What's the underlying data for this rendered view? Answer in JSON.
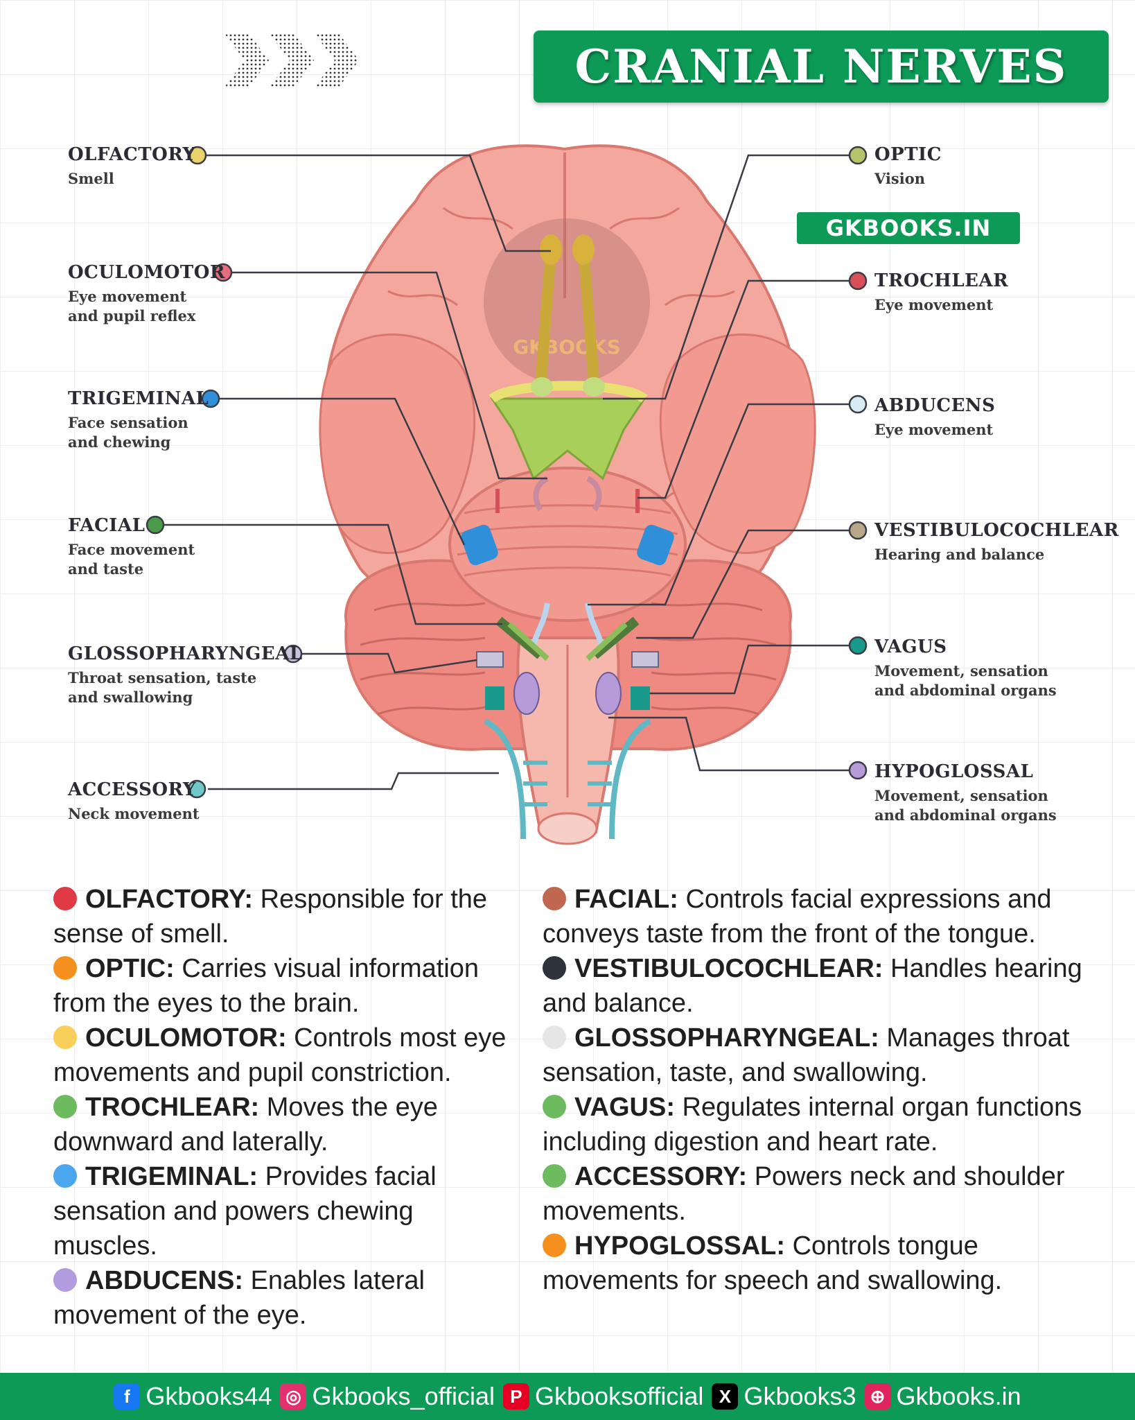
{
  "header": {
    "title": "CRANIAL NERVES",
    "site_badge": "GKBOOKS.IN",
    "watermark": "GKBOOKS"
  },
  "labels": {
    "left": [
      {
        "name": "OLFACTORY",
        "function": "Smell",
        "dot_color": "#e9d36a"
      },
      {
        "name": "OCULOMOTOR",
        "function": "Eye movement and pupil reflex",
        "dot_color": "#e86d7a"
      },
      {
        "name": "TRIGEMINAL",
        "function": "Face sensation and chewing",
        "dot_color": "#2f8fd8"
      },
      {
        "name": "FACIAL",
        "function": "Face movement and taste",
        "dot_color": "#4a9a4a"
      },
      {
        "name": "GLOSSOPHARYNGEAL",
        "function": "Throat sensation, taste and swallowing",
        "dot_color": "#c8c4dc"
      },
      {
        "name": "ACCESSORY",
        "function": "Neck movement",
        "dot_color": "#6fc9c9"
      }
    ],
    "right": [
      {
        "name": "OPTIC",
        "function": "Vision",
        "dot_color": "#b5c46a"
      },
      {
        "name": "TROCHLEAR",
        "function": "Eye movement",
        "dot_color": "#d84f5a"
      },
      {
        "name": "ABDUCENS",
        "function": "Eye movement",
        "dot_color": "#d6ecf4"
      },
      {
        "name": "VESTIBULOCOCHLEAR",
        "function": "Hearing and balance",
        "dot_color": "#b8a88a"
      },
      {
        "name": "VAGUS",
        "function": "Movement, sensation and abdominal organs",
        "dot_color": "#1a9a8c"
      },
      {
        "name": "HYPOGLOSSAL",
        "function": "Movement, sensation and abdominal organs",
        "dot_color": "#b79ad8"
      }
    ]
  },
  "descriptions": {
    "left": [
      {
        "name": "OLFACTORY:",
        "text": "Responsible for the sense of smell.",
        "color": "#e03a45"
      },
      {
        "name": "OPTIC:",
        "text": "Carries visual information from the eyes to the brain.",
        "color": "#f5901e"
      },
      {
        "name": "OCULOMOTOR:",
        "text": "Controls most eye movements and pupil constriction.",
        "color": "#f9cf5c"
      },
      {
        "name": "TROCHLEAR:",
        "text": "Moves the eye downward and laterally.",
        "color": "#6dbb5f"
      },
      {
        "name": "TRIGEMINAL:",
        "text": "Provides facial sensation and powers chewing muscles.",
        "color": "#4aa7ef"
      },
      {
        "name": "ABDUCENS:",
        "text": "Enables lateral movement of the eye.",
        "color": "#b39be0"
      }
    ],
    "right": [
      {
        "name": "FACIAL:",
        "text": "Controls facial expressions and conveys taste from the front of the tongue.",
        "color": "#c2674f"
      },
      {
        "name": "VESTIBULOCOCHLEAR:",
        "text": "Handles hearing and balance.",
        "color": "#2e333b"
      },
      {
        "name": "GLOSSOPHARYNGEAL:",
        "text": "Manages throat sensation, taste, and swallowing.",
        "color": "#e6e6e6"
      },
      {
        "name": "VAGUS:",
        "text": "Regulates internal organ functions including digestion and heart rate.",
        "color": "#6dbb5f"
      },
      {
        "name": "ACCESSORY:",
        "text": "Powers neck and shoulder movements.",
        "color": "#6dbb5f"
      },
      {
        "name": "HYPOGLOSSAL:",
        "text": "Controls tongue movements for speech and swallowing.",
        "color": "#f5901e"
      }
    ]
  },
  "footer": {
    "items": [
      {
        "icon": "facebook-icon",
        "glyph": "f",
        "text": "Gkbooks44",
        "color": "#1877f2"
      },
      {
        "icon": "instagram-icon",
        "glyph": "◎",
        "text": "Gkbooks_official",
        "color": "#e1306c"
      },
      {
        "icon": "pinterest-icon",
        "glyph": "P",
        "text": "Gkbooksofficial",
        "color": "#e60023"
      },
      {
        "icon": "x-icon",
        "glyph": "X",
        "text": "Gkbooks3",
        "color": "#000000"
      },
      {
        "icon": "globe-icon",
        "glyph": "⊕",
        "text": "Gkbooks.in",
        "color": "#e0245e"
      }
    ]
  },
  "colors": {
    "brand_green": "#0c9a56",
    "brain_pink": "#f4a79d",
    "brain_outline": "#d9786f",
    "leader_line": "#3b3b45"
  }
}
